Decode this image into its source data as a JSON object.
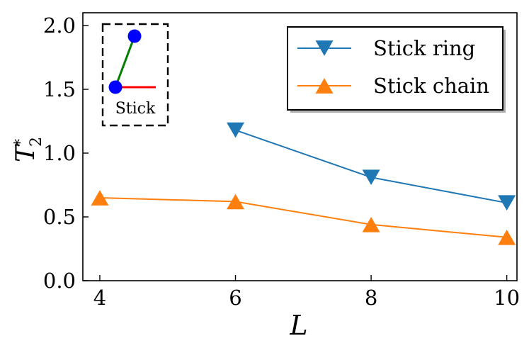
{
  "chart_data": {
    "type": "line",
    "title": "",
    "xlabel": "L",
    "ylabel": {
      "base": "T",
      "superscript": "*",
      "subscript": "2"
    },
    "x": [
      4,
      6,
      8,
      10
    ],
    "x_ticks": [
      4,
      6,
      8,
      10
    ],
    "x_tick_labels": [
      "4",
      "6",
      "8",
      "10"
    ],
    "xlim": [
      3.75,
      10.15
    ],
    "ylim": [
      0.0,
      2.1
    ],
    "y_ticks": [
      0.0,
      0.5,
      1.0,
      1.5,
      2.0
    ],
    "y_tick_labels": [
      "0.0",
      "0.5",
      "1.0",
      "1.5",
      "2.0"
    ],
    "grid": false,
    "legend_position": "top-right",
    "series": [
      {
        "name": "Stick ring",
        "color": "#1f77b4",
        "marker": "triangle-down",
        "points": [
          {
            "x": 6,
            "y": 1.18
          },
          {
            "x": 8,
            "y": 0.81
          },
          {
            "x": 10,
            "y": 0.61
          }
        ]
      },
      {
        "name": "Stick chain",
        "color": "#ff7f0e",
        "marker": "triangle-up",
        "points": [
          {
            "x": 4,
            "y": 0.65
          },
          {
            "x": 6,
            "y": 0.62
          },
          {
            "x": 8,
            "y": 0.44
          },
          {
            "x": 10,
            "y": 0.34
          }
        ]
      }
    ],
    "inset": {
      "label": "Stick",
      "border": "dashed",
      "node_color": "#0000ff",
      "bond_colors": [
        "#008000",
        "#ff0000"
      ]
    }
  }
}
